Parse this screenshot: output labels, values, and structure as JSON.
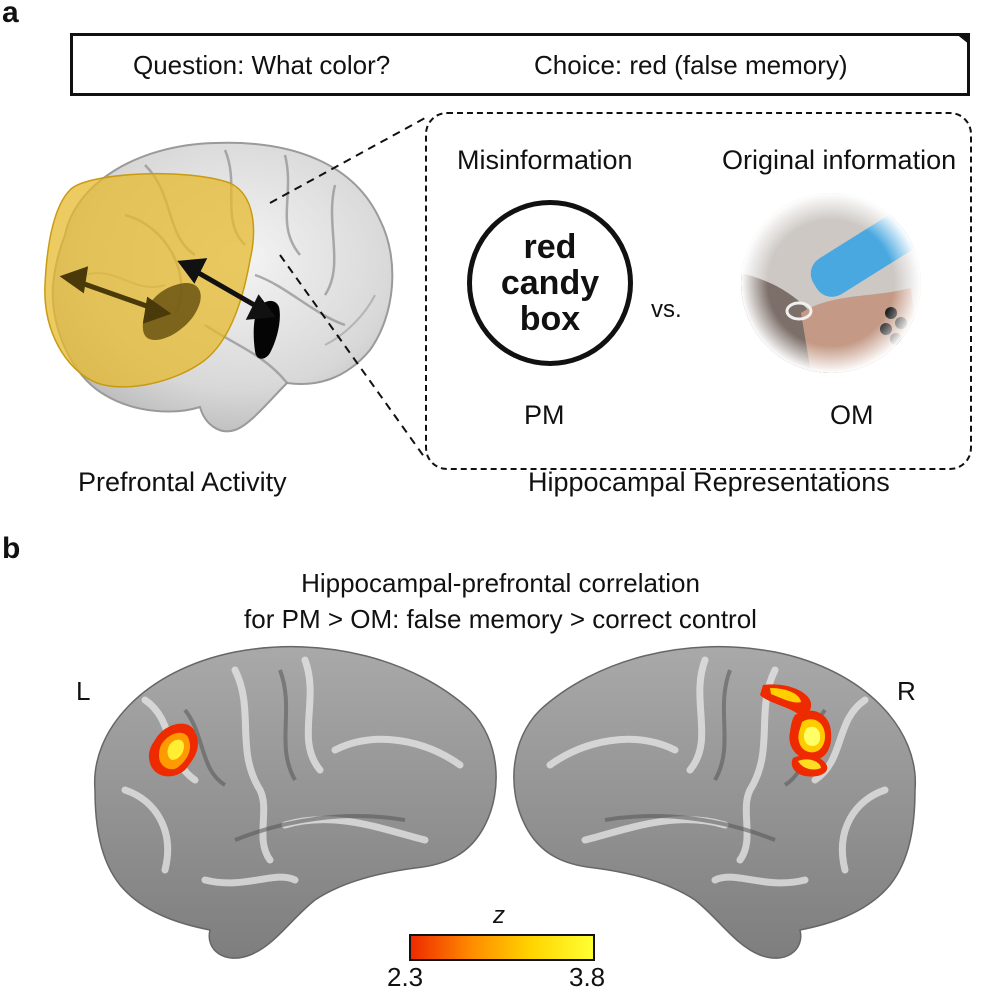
{
  "panel_a": {
    "letter": "a",
    "question": "Question: What color?",
    "choice": "Choice: red (false memory)",
    "misinformation_label": "Misinformation",
    "original_label": "Original information",
    "misinfo_words": [
      "red",
      "candy",
      "box"
    ],
    "vs": "vs.",
    "pm": "PM",
    "om": "OM",
    "prefrontal_label": "Prefrontal Activity",
    "hippocampal_label": "Hippocampal Representations"
  },
  "panel_b": {
    "letter": "b",
    "title_line1": "Hippocampal-prefrontal correlation",
    "title_line2": "for PM > OM: false memory > correct control",
    "left_hemi": "L",
    "right_hemi": "R",
    "colorbar_label": "z",
    "colorbar_min": "2.3",
    "colorbar_max": "3.8"
  },
  "colors": {
    "prefrontal_overlay": "#e6b92e",
    "activation_low": "#ee2a00",
    "activation_high": "#ffff33",
    "cortex_gray": "#8f8f8f",
    "object_blue": "#4aa8e0"
  }
}
